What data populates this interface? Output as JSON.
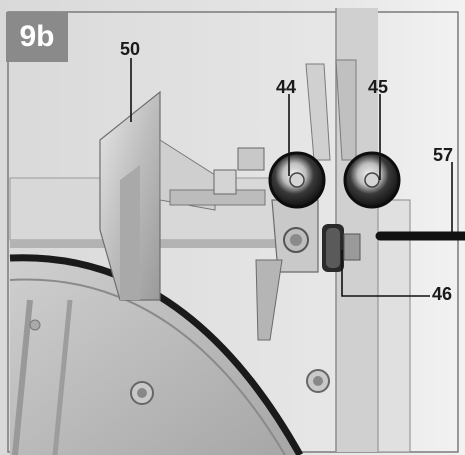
{
  "figure": {
    "label": "9b",
    "callouts": {
      "c50": "50",
      "c44": "44",
      "c45": "45",
      "c57": "57",
      "c46": "46"
    }
  }
}
